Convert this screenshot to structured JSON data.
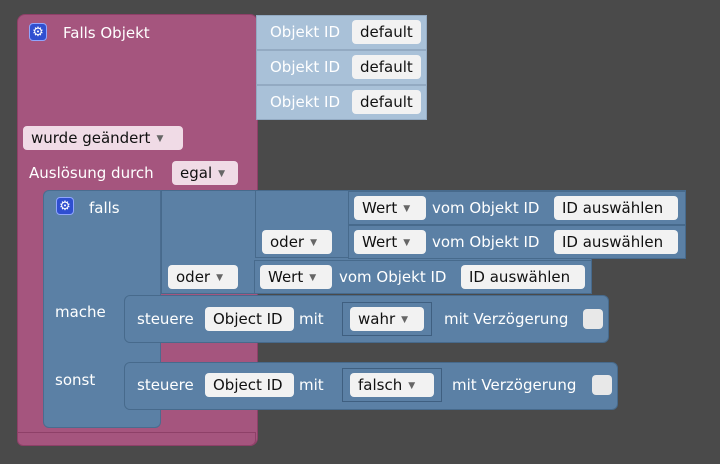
{
  "trigger": {
    "title": "Falls Objekt",
    "object_ids": [
      {
        "label": "Objekt ID",
        "value": "default"
      },
      {
        "label": "Objekt ID",
        "value": "default"
      },
      {
        "label": "Objekt ID",
        "value": "default"
      }
    ],
    "change_select": "wurde geändert",
    "trigger_by_label": "Auslösung durch",
    "trigger_by_value": "egal"
  },
  "if_block": {
    "title": "falls",
    "conditions": [
      {
        "op": "",
        "prop": "Wert",
        "mid": "vom Objekt ID",
        "id": "ID auswählen"
      },
      {
        "op": "oder",
        "prop": "Wert",
        "mid": "vom Objekt ID",
        "id": "ID auswählen"
      },
      {
        "op": "oder",
        "prop": "Wert",
        "mid": "vom Objekt ID",
        "id": "ID auswählen"
      }
    ],
    "do_label": "mache",
    "else_label": "sonst",
    "do_action": {
      "steuere": "steuere",
      "object": "Object ID",
      "mit": "mit",
      "value": "wahr",
      "delay": "mit Verzögerung"
    },
    "else_action": {
      "steuere": "steuere",
      "object": "Object ID",
      "mit": "mit",
      "value": "falsch",
      "delay": "mit Verzögerung"
    }
  },
  "colors": {
    "background": "#4a4a4a",
    "trigger_block": "#a5557e",
    "id_block": "#a9c1d8",
    "logic_block": "#5b80a5",
    "gear": "#2f4fd0"
  }
}
